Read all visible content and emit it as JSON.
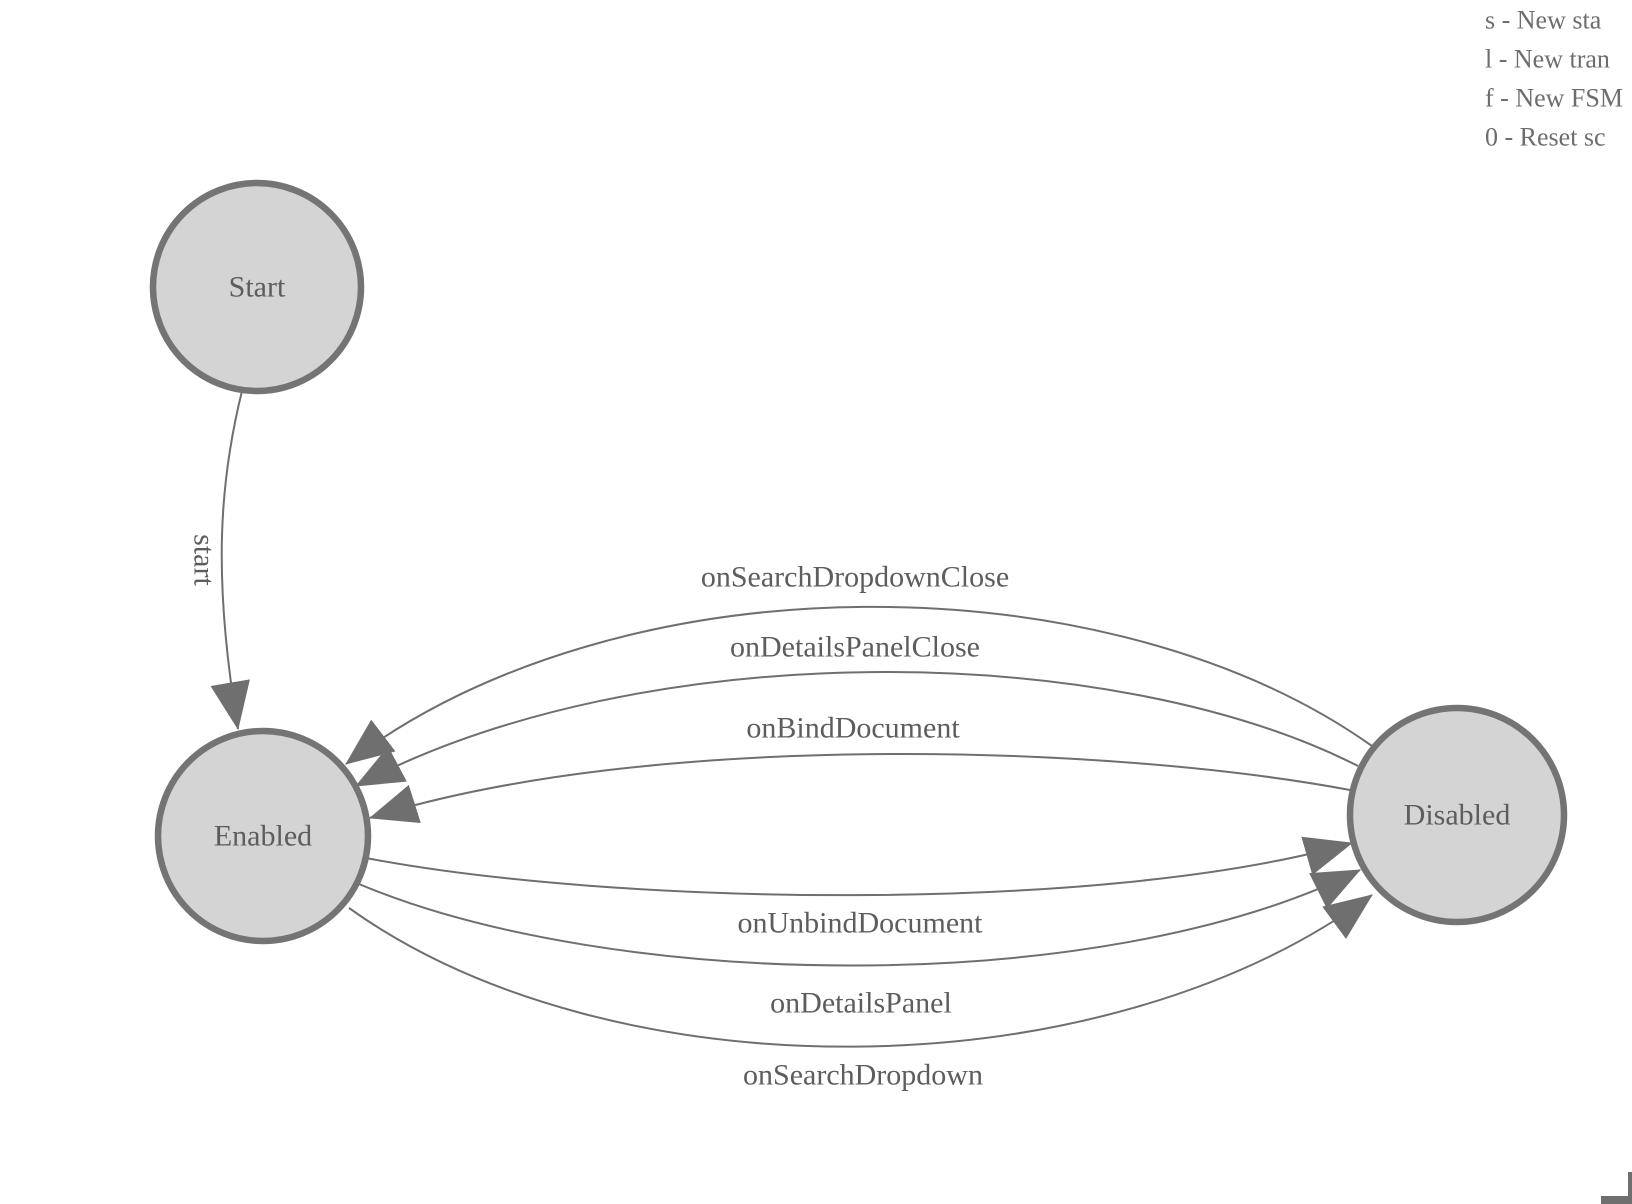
{
  "diagram": {
    "states": [
      {
        "label": "Start"
      },
      {
        "label": "Enabled"
      },
      {
        "label": "Disabled"
      }
    ],
    "transitions": [
      {
        "label": "start",
        "from": "Start",
        "to": "Enabled"
      },
      {
        "label": "onSearchDropdownClose",
        "from": "Disabled",
        "to": "Enabled"
      },
      {
        "label": "onDetailsPanelClose",
        "from": "Disabled",
        "to": "Enabled"
      },
      {
        "label": "onBindDocument",
        "from": "Disabled",
        "to": "Enabled"
      },
      {
        "label": "onUnbindDocument",
        "from": "Enabled",
        "to": "Disabled"
      },
      {
        "label": "onDetailsPanel",
        "from": "Enabled",
        "to": "Disabled"
      },
      {
        "label": "onSearchDropdown",
        "from": "Enabled",
        "to": "Disabled"
      }
    ]
  },
  "legend": {
    "lines": [
      "s - New sta",
      "l - New tran",
      "f - New FSM",
      "0 - Reset sc"
    ]
  },
  "colors": {
    "node_fill": "#d4d4d4",
    "node_stroke": "#747474",
    "edge": "#6f6f6f",
    "label_text": "#5d5d5d",
    "legend_text": "#6d6d6d"
  }
}
